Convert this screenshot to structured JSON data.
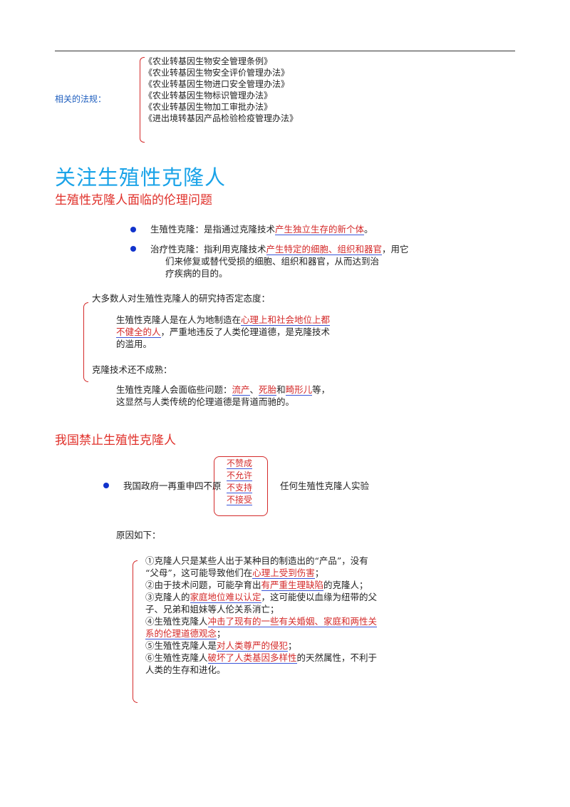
{
  "laws": {
    "label": "相关的法规：",
    "items": [
      "《农业转基因生物安全管理条例》",
      "《农业转基因生物安全评价管理办法》",
      "《农业转基因生物进口安全管理办法》",
      "《农业转基因生物标识管理办法》",
      "《农业转基因生物加工审批办法》",
      "《进出境转基因产品检验检疫管理办法》"
    ]
  },
  "title": "关注生殖性克隆人",
  "section1": {
    "heading": "生殖性克隆人面临的伦理问题",
    "def1": {
      "pre": "生殖性克隆：是指通过克隆技术",
      "hl": "产生独立生存的新个体",
      "post": "。"
    },
    "def2": {
      "pre": "治疗性克隆：指利用克隆技术",
      "hl": "产生特定的细胞、组织和器官",
      "post": "，用它",
      "line2": "们来修复或替代受损的细胞、组织和器官，从而达到治",
      "line3": "疗疾病的目的。"
    },
    "attitude": "大多数人对生殖性克隆人的研究持否定态度：",
    "reason1": {
      "pre": "生殖性克隆人是在人为地制造在",
      "hl1": "心理上和社会地位上都",
      "hl2": "不健全的人",
      "post": "，严重地违反了人类伦理道德，是克隆技术",
      "line3": "的滥用。"
    },
    "immature": "克隆技术还不成熟：",
    "reason2": {
      "pre": "生殖性克隆人会面临些问题：",
      "w1": "流产",
      "sep1": "、",
      "w2": "死胎",
      "sep2": "和",
      "w3": "畸形儿",
      "post": "等，",
      "line2": "这显然与人类传统的伦理道德是背道而驰的。"
    }
  },
  "section2": {
    "heading": "我国禁止生殖性克隆人",
    "gov_statement": "我国政府一再重申四不原",
    "options": [
      "不赞成",
      "不允许",
      "不支持",
      "不接受"
    ],
    "tail": "任何生殖性克隆人实验",
    "reasons_title": "原因如下：",
    "reasons": {
      "r1a": "①克隆人只是某些人出于某种目的制造出的“产品”，没有",
      "r1b_pre": "“父母”，这可能导致他们在",
      "r1b_hl": "心理上受到伤害",
      "r1b_post": "；",
      "r2_pre": "②由于技术问题，可能孕育出",
      "r2_hl": "有严重生理缺陷",
      "r2_post": "的克隆人；",
      "r3_pre": "③克隆人的",
      "r3_hl": "家庭地位难以认定",
      "r3_post": "，这可能使以血缘为纽带的父",
      "r3b": "子、兄弟和姐妹等人伦关系消亡；",
      "r4_pre": "④生殖性克隆人",
      "r4_hl": "冲击了现有的一些有关婚姻、家庭和两性关",
      "r4b_hl": "系的伦理道德观念",
      "r4b_post": "；",
      "r5_pre": "⑤生殖性克隆人是",
      "r5_hl": "对人类尊严的侵犯",
      "r5_post": "；",
      "r6_pre": "⑥生殖性克隆人",
      "r6_hl": "破坏了人类基因多样性",
      "r6_post": "的天然属性，不利于",
      "r6b": "人类的生存和进化。"
    }
  },
  "colors": {
    "title": "#1aa3e8",
    "heading": "#e0302a",
    "brace": "#d42a2a",
    "bullet": "#1133cc",
    "underline": "#3b55d8"
  }
}
